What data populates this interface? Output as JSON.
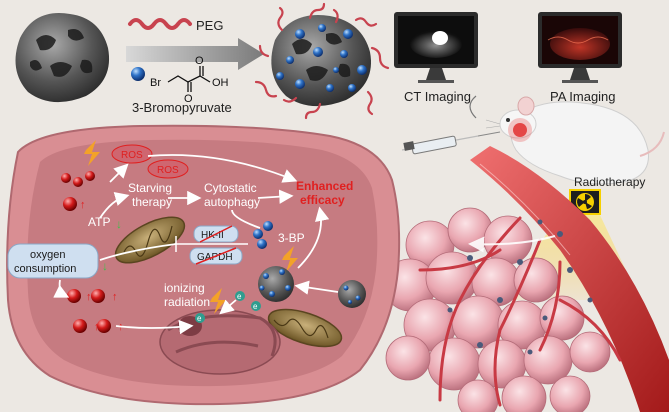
{
  "top": {
    "peg_label": "PEG",
    "bromo_label": "3-Bromopyruvate",
    "ct_label": "CT Imaging",
    "pa_label": "PA Imaging"
  },
  "cell": {
    "ros_1": "ROS",
    "ros_2": "ROS",
    "starving_line1": "Starving",
    "starving_line2": "therapy",
    "cytostatic_line1": "Cytostatic",
    "cytostatic_line2": "autophagy",
    "enhanced_line1": "Enhanced",
    "enhanced_line2": "efficacy",
    "atp": "ATP",
    "oxygen_line1": "oxygen",
    "oxygen_line2": "consumption",
    "hk": "HK-II",
    "gapdh": "GAPDH",
    "bp": "3-BP",
    "ionizing_line1": "ionizing",
    "ionizing_line2": "radiation",
    "electron": "e"
  },
  "right": {
    "radiotherapy": "Radiotherapy"
  },
  "colors": {
    "background": "#ece8e3",
    "cell_outer": "#d98e93",
    "cell_inner": "#c87a80",
    "red_text": "#e02020",
    "pill_blue": "#cfdff0",
    "peg_red": "#c8434f",
    "sphere_blue": "#2f73c8",
    "ct_screen": "#0d0d0d",
    "pa_screen": "#2a0c0c"
  }
}
